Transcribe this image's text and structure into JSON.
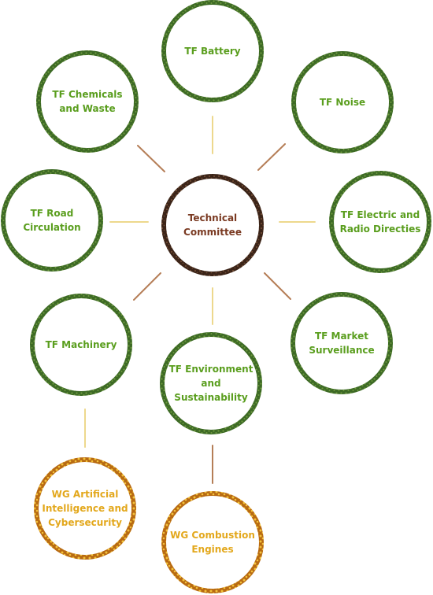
{
  "colors": {
    "green_label": "#5a9e1e",
    "green_ring_dark": "#3d6a25",
    "green_ring_light": "#6f9a3e",
    "brown_label": "#7a3a22",
    "brown_ring_dark": "#3b2418",
    "brown_ring_light": "#6e4a33",
    "orange_label": "#e3a81d",
    "orange_ring_dark": "#b86a12",
    "orange_ring_light": "#f2c23a",
    "connector_light": "#ead27a",
    "connector_dark": "#a9683a"
  },
  "center": {
    "id": "technical-committee",
    "label": "Technical\nCommittee"
  },
  "task_forces": [
    {
      "id": "tf-battery",
      "label": "TF Battery"
    },
    {
      "id": "tf-noise",
      "label": "TF Noise"
    },
    {
      "id": "tf-electric-radio",
      "label": "TF Electric and\nRadio Directies"
    },
    {
      "id": "tf-market-surveillance",
      "label": "TF Market\nSurveillance"
    },
    {
      "id": "tf-environment",
      "label": "TF Environment\nand Sustainability"
    },
    {
      "id": "tf-machinery",
      "label": "TF Machinery"
    },
    {
      "id": "tf-road-circulation",
      "label": "TF Road\nCirculation"
    },
    {
      "id": "tf-chemicals-waste",
      "label": "TF Chemicals\nand Waste"
    }
  ],
  "working_groups": [
    {
      "id": "wg-ai-cyber",
      "label": "WG Artificial\nIntelligence and\nCybersecurity",
      "parent": "tf-machinery"
    },
    {
      "id": "wg-combustion",
      "label": "WG Combustion\nEngines",
      "parent": "tf-environment"
    }
  ]
}
